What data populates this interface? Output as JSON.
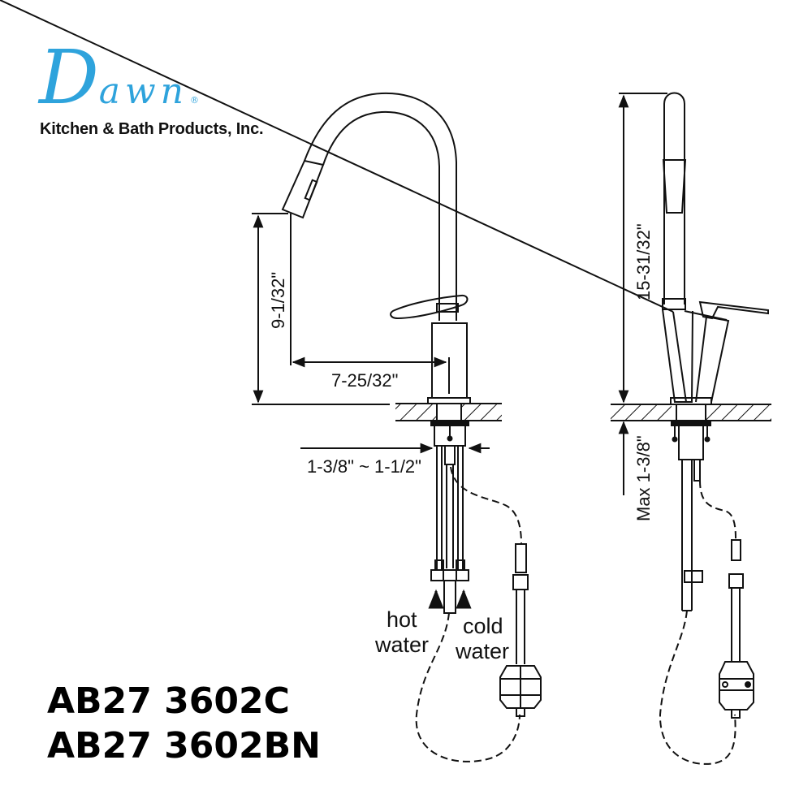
{
  "brand": {
    "logo_initial": "D",
    "logo_rest": "awn",
    "logo_mark": "®",
    "company_name": "Kitchen & Bath Products, Inc.",
    "logo_color": "#2ea3dc"
  },
  "models": [
    {
      "code": "AB27 3602C"
    },
    {
      "code": "AB27 3602BN"
    }
  ],
  "front_view": {
    "dimensions": {
      "spout_height": "9-1/32\"",
      "spout_reach": "7-25/32\"",
      "hole_diameter": "1-3/8\" ~ 1-1/2\""
    },
    "labels": {
      "hot_line1": "hot",
      "hot_line2": "water",
      "cold_line1": "cold",
      "cold_line2": "water"
    }
  },
  "side_view": {
    "dimensions": {
      "overall_height": "15-31/32\"",
      "max_deck_thickness": "Max 1-3/8\""
    }
  },
  "colors": {
    "line": "#111111",
    "background": "#ffffff"
  }
}
